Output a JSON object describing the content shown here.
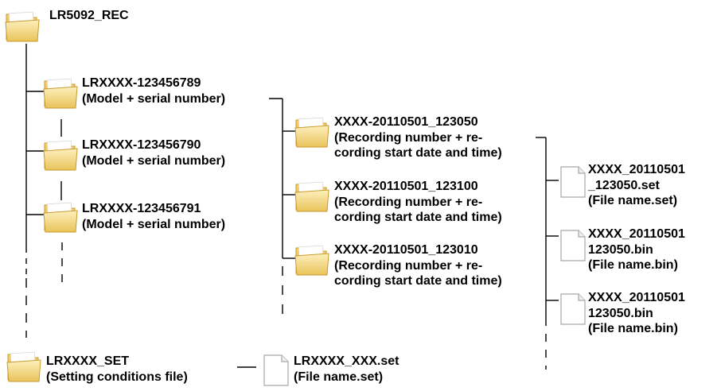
{
  "diagram": {
    "root": {
      "name": "LR5092_REC",
      "icon": "folder-icon"
    },
    "model_folders": [
      {
        "name": "LRXXXX-123456789",
        "note": "(Model + serial number)",
        "icon": "folder-icon"
      },
      {
        "name": "LRXXXX-123456790",
        "note": "(Model + serial number)",
        "icon": "folder-icon"
      },
      {
        "name": "LRXXXX-123456791",
        "note": "(Model + serial number)",
        "icon": "folder-icon"
      }
    ],
    "recording_folders": [
      {
        "name": "XXXX-20110501_123050",
        "note1": "(Recording number + re-",
        "note2": "cording start date and time)",
        "icon": "folder-icon"
      },
      {
        "name": "XXXX-20110501_123100",
        "note1": "(Recording number + re-",
        "note2": "cording start date and time)",
        "icon": "folder-icon"
      },
      {
        "name": "XXXX-20110501_123010",
        "note1": "(Recording number + re-",
        "note2": "cording start date and time)",
        "icon": "folder-icon"
      }
    ],
    "files": [
      {
        "line1": "XXXX_20110501",
        "line2": "_123050.set",
        "line3": "(File name.set)",
        "icon": "file-icon"
      },
      {
        "line1": "XXXX_20110501",
        "line2": "123050.bin",
        "line3": "(File name.bin)",
        "icon": "file-icon"
      },
      {
        "line1": "XXXX_20110501",
        "line2": "123050.bin",
        "line3": "(File name.bin)",
        "icon": "file-icon"
      }
    ],
    "settings_folder": {
      "name": "LRXXXX_SET",
      "note": "(Setting conditions file)",
      "icon": "folder-icon"
    },
    "settings_file": {
      "name": "LRXXXX_XXX.set",
      "note": "(File name.set)",
      "icon": "file-icon"
    },
    "colors": {
      "folder_light": "#fbe7a0",
      "folder_dark": "#e2b94b",
      "folder_edge": "#c99a2e",
      "file_fill": "#ffffff",
      "file_edge": "#a8a8a8",
      "line": "#000000"
    }
  }
}
